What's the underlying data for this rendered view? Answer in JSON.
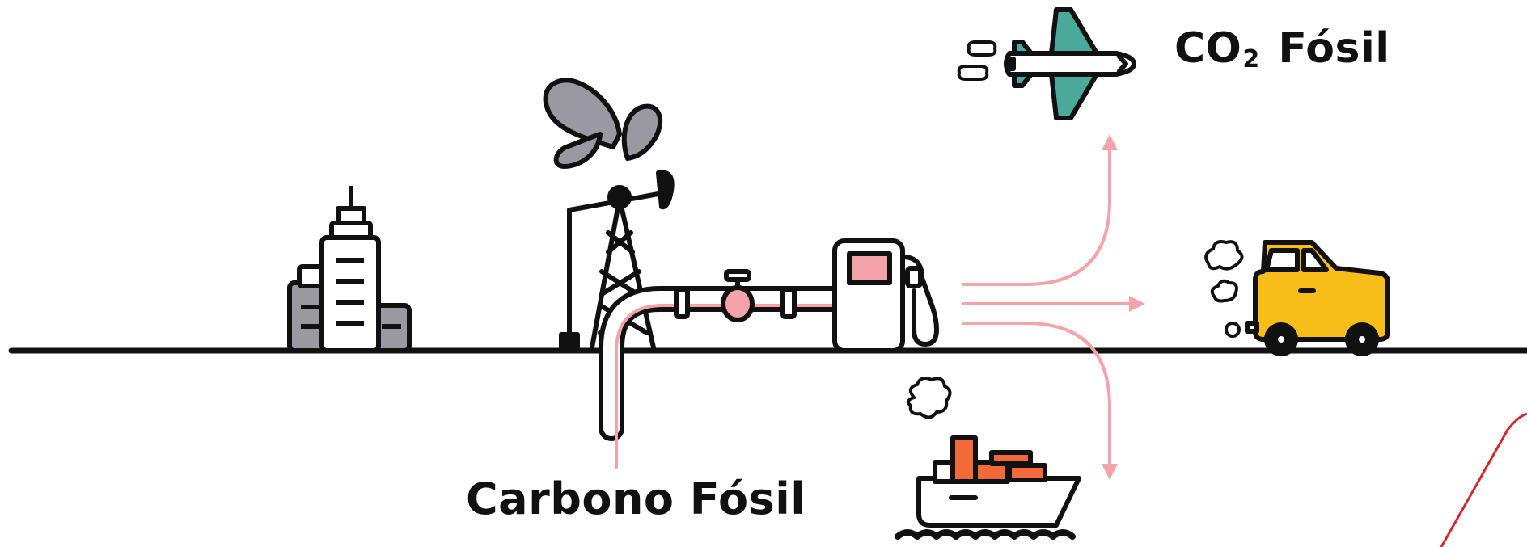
{
  "labels": {
    "co2_prefix": "CO",
    "co2_subscript": "2",
    "co2_suffix": "Fósil",
    "carbono_fosil": "Carbono Fósil"
  },
  "icons": [
    "city-buildings-icon",
    "oil-pumpjack-icon",
    "pipeline-valve-icon",
    "fuel-pump-icon",
    "airplane-icon",
    "car-icon",
    "cargo-ship-icon"
  ],
  "colors": {
    "ink": "#111111",
    "arrow_pink": "#f4a3a8",
    "gas_grey": "#9a99a2",
    "plane_teal": "#4aa99b",
    "car_yellow": "#f7bd19",
    "ship_orange": "#f26a38",
    "pump_screen": "#f4a3a8",
    "accent_red": "#d6262e"
  }
}
